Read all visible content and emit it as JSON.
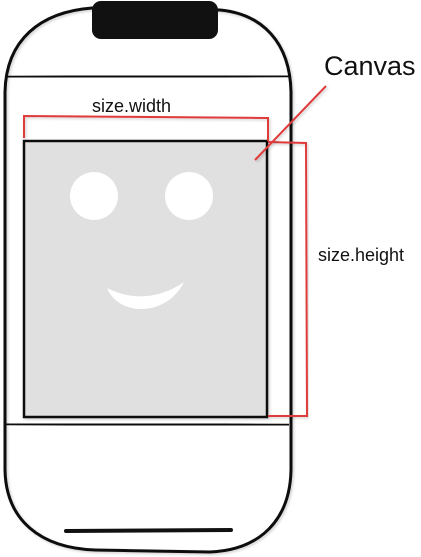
{
  "labels": {
    "canvas": "Canvas",
    "width": "size.width",
    "height": "size.height"
  },
  "colors": {
    "outline": "#111111",
    "annotation": "#e03a3a",
    "canvas_fill": "#e0e0e0",
    "face": "#ffffff"
  }
}
